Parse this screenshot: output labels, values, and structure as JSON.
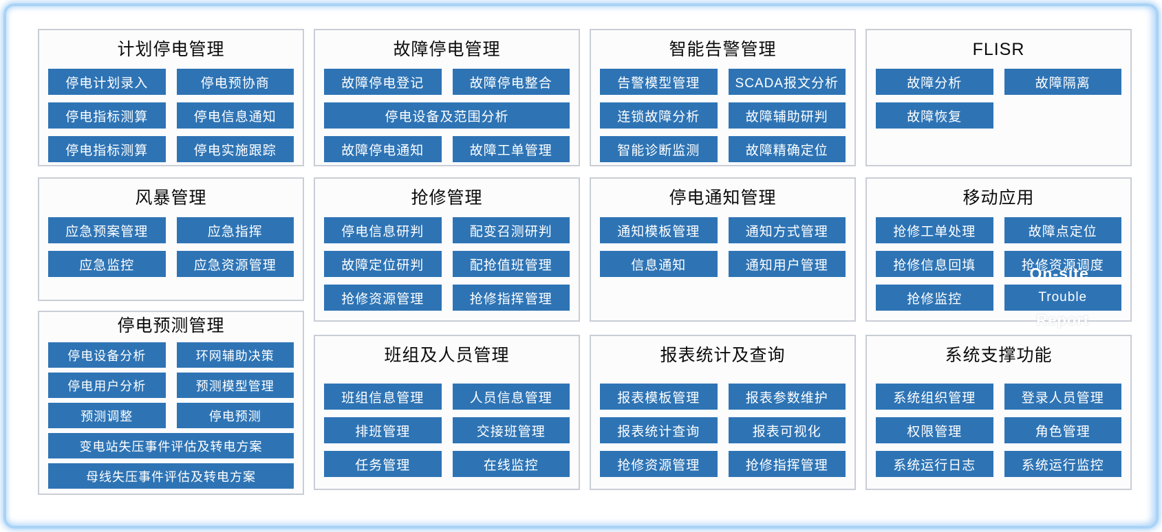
{
  "colors": {
    "button_blue": "#2e74b5",
    "panel_border_gray": "#c9cdd5",
    "frame_light_blue": "#a9d3f5",
    "title_black": "#0b0b0b",
    "button_text_white": "#ffffff"
  },
  "panels": [
    {
      "id": "planned",
      "title": "计划停电管理",
      "rows": [
        [
          {
            "label": "停电计划录入"
          },
          {
            "label": "停电预协商"
          }
        ],
        [
          {
            "label": "停电指标测算"
          },
          {
            "label": "停电信息通知"
          }
        ],
        [
          {
            "label": "停电指标测算"
          },
          {
            "label": "停电实施跟踪"
          }
        ]
      ]
    },
    {
      "id": "fault",
      "title": "故障停电管理",
      "rows": [
        [
          {
            "label": "故障停电登记"
          },
          {
            "label": "故障停电整合"
          }
        ],
        [
          {
            "label": "停电设备及范围分析",
            "span": "full"
          }
        ],
        [
          {
            "label": "故障停电通知"
          },
          {
            "label": "故障工单管理"
          }
        ]
      ]
    },
    {
      "id": "alarm",
      "title": "智能告警管理",
      "rows": [
        [
          {
            "label": "告警模型管理"
          },
          {
            "label": "SCADA报文分析"
          }
        ],
        [
          {
            "label": "连锁故障分析"
          },
          {
            "label": "故障辅助研判"
          }
        ],
        [
          {
            "label": "智能诊断监测"
          },
          {
            "label": "故障精确定位"
          }
        ]
      ]
    },
    {
      "id": "flisr",
      "title": "FLISR",
      "rows": [
        [
          {
            "label": "故障分析"
          },
          {
            "label": "故障隔离"
          }
        ],
        [
          {
            "label": "故障恢复",
            "span": "half"
          }
        ]
      ]
    },
    {
      "id": "storm",
      "title": "风暴管理",
      "rows": [
        [
          {
            "label": "应急预案管理"
          },
          {
            "label": "应急指挥"
          }
        ],
        [
          {
            "label": "应急监控"
          },
          {
            "label": "应急资源管理"
          }
        ]
      ]
    },
    {
      "id": "repair",
      "title": "抢修管理",
      "rows": [
        [
          {
            "label": "停电信息研判"
          },
          {
            "label": "配变召测研判"
          }
        ],
        [
          {
            "label": "故障定位研判"
          },
          {
            "label": "配抢值班管理"
          }
        ],
        [
          {
            "label": "抢修资源管理"
          },
          {
            "label": "抢修指挥管理"
          }
        ]
      ]
    },
    {
      "id": "notice",
      "title": "停电通知管理",
      "rows": [
        [
          {
            "label": "通知模板管理"
          },
          {
            "label": "通知方式管理"
          }
        ],
        [
          {
            "label": "信息通知"
          },
          {
            "label": "通知用户管理"
          }
        ]
      ]
    },
    {
      "id": "mobile",
      "title": "移动应用",
      "rows": [
        [
          {
            "label": "抢修工单处理"
          },
          {
            "label": "故障点定位"
          }
        ],
        [
          {
            "label": "抢修信息回填"
          },
          {
            "label": "抢修资源调度",
            "overlay": "On-site"
          }
        ],
        [
          {
            "label": "抢修监控"
          },
          {
            "label": "Trouble",
            "overlay_below": "Report"
          }
        ]
      ]
    },
    {
      "id": "forecast",
      "title": "停电预测管理",
      "rows": [
        [
          {
            "label": "停电设备分析"
          },
          {
            "label": "环网辅助决策"
          }
        ],
        [
          {
            "label": "停电用户分析"
          },
          {
            "label": "预测模型管理"
          }
        ],
        [
          {
            "label": "预测调整"
          },
          {
            "label": "停电预测"
          }
        ],
        [
          {
            "label": "变电站失压事件评估及转电方案",
            "span": "full"
          }
        ],
        [
          {
            "label": "母线失压事件评估及转电方案",
            "span": "full"
          }
        ]
      ]
    },
    {
      "id": "team",
      "title": "班组及人员管理",
      "rows": [
        [
          {
            "label": "班组信息管理"
          },
          {
            "label": "人员信息管理"
          }
        ],
        [
          {
            "label": "排班管理"
          },
          {
            "label": "交接班管理"
          }
        ],
        [
          {
            "label": "任务管理"
          },
          {
            "label": "在线监控"
          }
        ]
      ]
    },
    {
      "id": "report",
      "title": "报表统计及查询",
      "rows": [
        [
          {
            "label": "报表模板管理"
          },
          {
            "label": "报表参数维护"
          }
        ],
        [
          {
            "label": "报表统计查询"
          },
          {
            "label": "报表可视化"
          }
        ],
        [
          {
            "label": "抢修资源管理"
          },
          {
            "label": "抢修指挥管理"
          }
        ]
      ]
    },
    {
      "id": "system",
      "title": "系统支撑功能",
      "rows": [
        [
          {
            "label": "系统组织管理"
          },
          {
            "label": "登录人员管理"
          }
        ],
        [
          {
            "label": "权限管理"
          },
          {
            "label": "角色管理"
          }
        ],
        [
          {
            "label": "系统运行日志"
          },
          {
            "label": "系统运行监控"
          }
        ]
      ]
    }
  ]
}
